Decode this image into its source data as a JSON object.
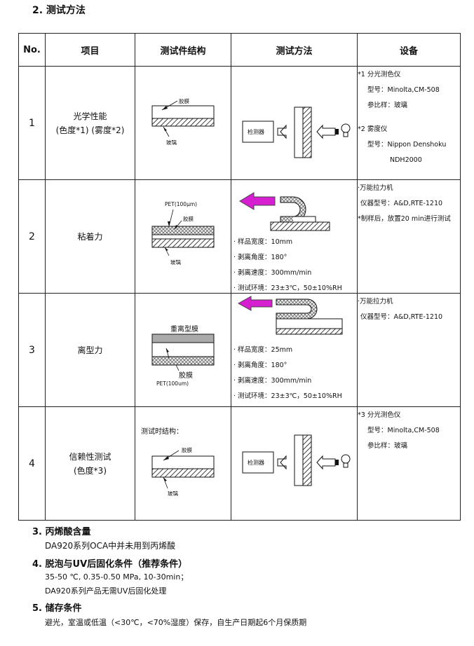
{
  "heading2": "2. 测试方法",
  "table": {
    "headers": [
      "No.",
      "项目",
      "测试件结构",
      "测试方法",
      "设备"
    ],
    "rows": [
      {
        "no": "1",
        "item_lines": [
          "光学性能",
          "(色度*1) (雾度*2)"
        ],
        "structure": {
          "film": "胶膜",
          "glass": "玻璃"
        },
        "method": {
          "detector": "检测器"
        },
        "equipment": [
          "*1 分光测色仪",
          "型号：Minolta,CM-508",
          "参比样：玻璃",
          "",
          "*2 雾度仪",
          "型号：Nippon Denshoku",
          "NDH2000"
        ]
      },
      {
        "no": "2",
        "item_lines": [
          "粘着力"
        ],
        "structure": {
          "pet": "PET(100μm)",
          "film": "胶膜",
          "glass": "玻璃"
        },
        "method": {
          "lines": [
            "· 样品宽度：10mm",
            "· 剥离角度：180°",
            "· 剥离速度：300mm/min",
            "· 测试环境：23±3℃，50±10%RH"
          ]
        },
        "equipment": [
          "·万能拉力机",
          "仪器型号：A&D,RTE-1210",
          "*制样后，放置20 min进行测试"
        ]
      },
      {
        "no": "3",
        "item_lines": [
          "离型力"
        ],
        "structure": {
          "heavy": "重离型膜",
          "film": "胶膜",
          "pet": "PET(100um)"
        },
        "method": {
          "lines": [
            "· 样品宽度：25mm",
            "· 剥离角度：180°",
            "· 剥离速度：300mm/min",
            "· 测试环境：23±3℃，50±10%RH"
          ]
        },
        "equipment": [
          "·万能拉力机",
          "仪器型号：A&D,RTE-1210"
        ]
      },
      {
        "no": "4",
        "item_lines": [
          "信赖性测试",
          "(色度*3)"
        ],
        "structure": {
          "title": "测试时结构：",
          "film": "胶膜",
          "glass": "玻璃"
        },
        "method": {
          "detector": "检测器"
        },
        "equipment": [
          "*3 分光测色仪",
          "型号：Minolta,CM-508",
          "参比样：玻璃"
        ]
      }
    ]
  },
  "sections": [
    {
      "title": "3. 丙烯酸含量",
      "lines": [
        "DA920系列OCA中并未用到丙烯酸"
      ]
    },
    {
      "title": "4. 脱泡与UV后固化条件（推荐条件）",
      "lines": [
        "35-50 ℃, 0.35-0.50 MPa, 10-30min；",
        "DA920系列产品无需UV后固化处理"
      ]
    },
    {
      "title": "5. 储存条件",
      "lines": [
        "避光，室温或低温（<30℃，<70%湿度）保存，自生产日期起6个月保质期"
      ]
    }
  ],
  "colors": {
    "arrow": "#d61fd0",
    "border": "#222222"
  }
}
